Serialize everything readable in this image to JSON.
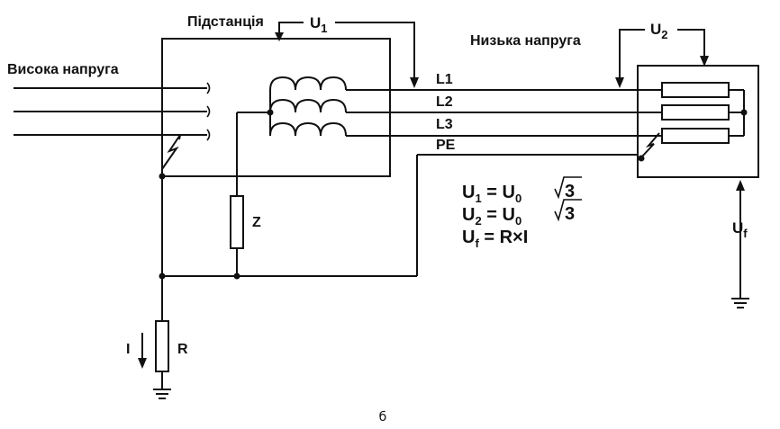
{
  "labels": {
    "substation": "Підстанція",
    "high_voltage": "Висока напруга",
    "low_voltage": "Низька напруга",
    "u1": "U",
    "u1_sub": "1",
    "u2": "U",
    "u2_sub": "2",
    "uf": "U",
    "uf_sub": "f",
    "l1": "L1",
    "l2": "L2",
    "l3": "L3",
    "pe": "PE",
    "z": "Z",
    "r": "R",
    "current": "I",
    "caption": "б"
  },
  "formulas": [
    {
      "lhs": "U",
      "lhs_sub": "1",
      "eq": " = ",
      "rhs": "U",
      "rhs_sub": "0",
      "rad": "3"
    },
    {
      "lhs": "U",
      "lhs_sub": "2",
      "eq": " = ",
      "rhs": "U",
      "rhs_sub": "0",
      "rad": "3"
    },
    {
      "lhs": "U",
      "lhs_sub": "f",
      "eq": " = ",
      "rhs": "R×I",
      "rhs_sub": "",
      "rad": ""
    }
  ]
}
